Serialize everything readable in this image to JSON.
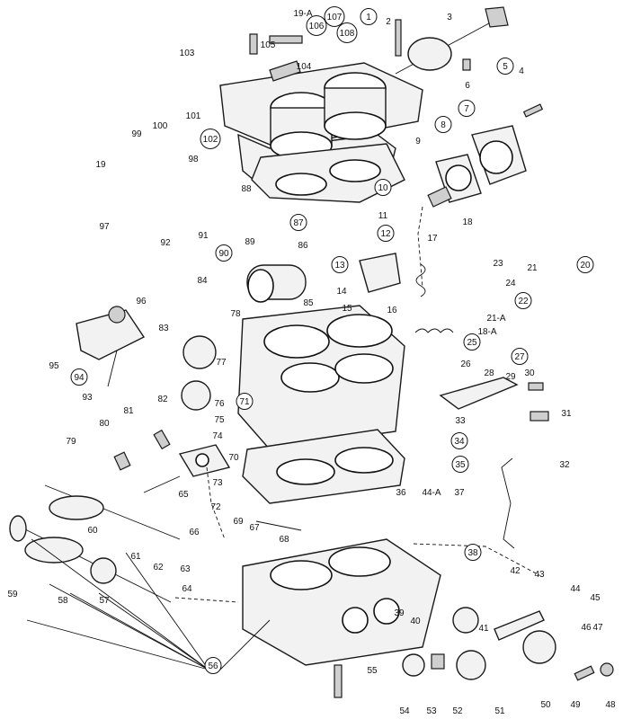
{
  "diagram": {
    "type": "exploded-parts-view",
    "ink_color": "#1a1a1a",
    "background": "#ffffff"
  },
  "callouts": {
    "plain": [
      "19-A",
      "2",
      "3",
      "103",
      "105",
      "104",
      "6",
      "4",
      "101",
      "99",
      "100",
      "98",
      "19",
      "9",
      "97",
      "92",
      "91",
      "88",
      "89",
      "18",
      "11",
      "23",
      "21",
      "24",
      "86",
      "84",
      "78",
      "17",
      "16",
      "21-A",
      "18-A",
      "96",
      "85",
      "15",
      "14",
      "83",
      "95",
      "93",
      "82",
      "81",
      "75",
      "80",
      "79",
      "26",
      "28",
      "30",
      "77",
      "76",
      "74",
      "73",
      "72",
      "70",
      "66",
      "67",
      "68",
      "69",
      "62",
      "63",
      "64",
      "65",
      "60",
      "61",
      "58",
      "57",
      "59",
      "33",
      "32",
      "31",
      "29",
      "36",
      "44-A",
      "37",
      "42",
      "43",
      "44",
      "45",
      "46",
      "47",
      "39",
      "40",
      "41",
      "55",
      "54",
      "53",
      "52",
      "51",
      "50",
      "49",
      "48"
    ],
    "circled": [
      "107",
      "106",
      "108",
      "1",
      "5",
      "7",
      "8",
      "102",
      "10",
      "87",
      "12",
      "90",
      "13",
      "22",
      "20",
      "25",
      "94",
      "71",
      "27",
      "34",
      "35",
      "38",
      "56"
    ]
  }
}
